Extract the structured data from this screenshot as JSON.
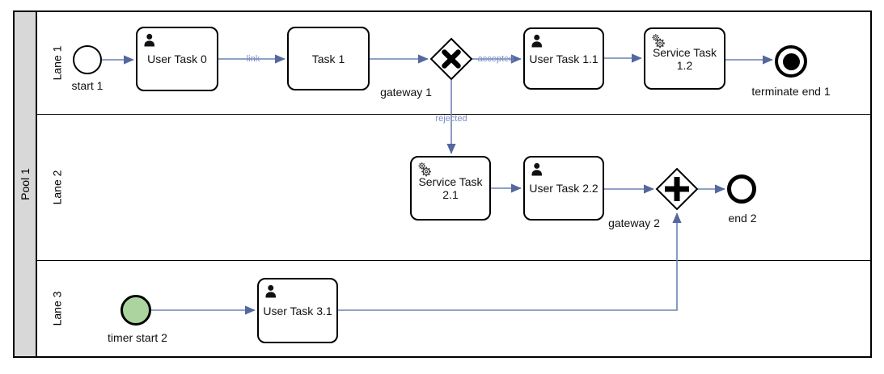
{
  "colors": {
    "flow_line": "#6d82b4",
    "flow_arrowhead": "#54689f",
    "flow_label": "#7a8cc2",
    "pool_header_fill": "#d8d8d8",
    "timer_start_fill": "#abd49e",
    "shape_outline": "#000000",
    "shape_fill": "#ffffff",
    "label_text": "#111111"
  },
  "pool": {
    "label": "Pool 1"
  },
  "lanes": [
    {
      "label": "Lane 1"
    },
    {
      "label": "Lane 2"
    },
    {
      "label": "Lane 3"
    }
  ],
  "nodes": {
    "start_1": {
      "label": "start 1",
      "type": "start-event"
    },
    "user_task_0": {
      "label": "User Task 0",
      "type": "user-task"
    },
    "task_1": {
      "label": "Task 1",
      "type": "task"
    },
    "gateway_1": {
      "label": "gateway 1",
      "type": "exclusive-gateway"
    },
    "user_task_1_1": {
      "label": "User Task 1.1",
      "type": "user-task"
    },
    "service_task_1_2": {
      "label": "Service Task 1.2",
      "type": "service-task"
    },
    "terminate_end_1": {
      "label": "terminate end 1",
      "type": "terminate-end-event"
    },
    "service_task_2_1": {
      "label": "Service Task 2.1",
      "type": "service-task"
    },
    "user_task_2_2": {
      "label": "User Task 2.2",
      "type": "user-task"
    },
    "gateway_2": {
      "label": "gateway 2",
      "type": "parallel-gateway"
    },
    "end_2": {
      "label": "end 2",
      "type": "end-event"
    },
    "timer_start_2": {
      "label": "timer start 2",
      "type": "timer-start-event"
    },
    "user_task_3_1": {
      "label": "User Task 3.1",
      "type": "user-task"
    }
  },
  "flow_labels": {
    "link": {
      "label": "link"
    },
    "accepted": {
      "label": "accepted"
    },
    "rejected": {
      "label": "rejected"
    }
  }
}
